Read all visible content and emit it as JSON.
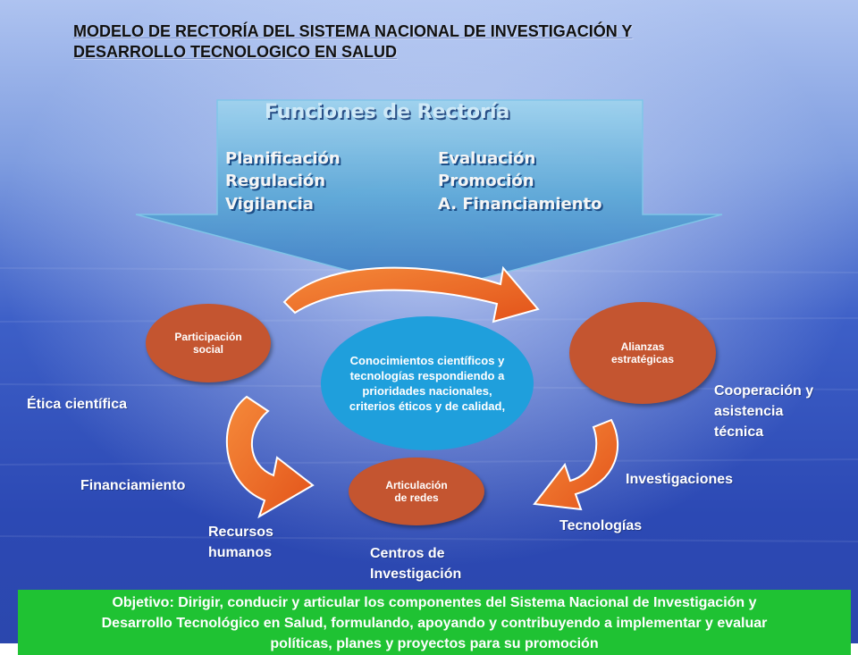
{
  "title": "MODELO DE RECTORÍA DEL SISTEMA NACIONAL DE INVESTIGACIÓN Y DESARROLLO TECNOLOGICO EN SALUD",
  "title_lines": [
    "MODELO DE RECTORÍA DEL SISTEMA NACIONAL DE INVESTIGACIÓN Y",
    "DESARROLLO TECNOLOGICO EN SALUD"
  ],
  "functions": {
    "heading": "Funciones de Rectoría",
    "left_items": [
      "Planificación",
      "Regulación",
      "Vigilancia"
    ],
    "right_items": [
      "Evaluación",
      "Promoción",
      "A.  Financiamiento"
    ]
  },
  "center": {
    "lines": [
      "Conocimientos científicos y",
      "tecnologías  respondiendo a",
      "prioridades nacionales,",
      "criterios éticos y de calidad,"
    ]
  },
  "bubbles": {
    "participacion": [
      "Participación",
      "social"
    ],
    "alianzas": [
      "Alianzas",
      "estratégicas"
    ],
    "articulacion": [
      "Articulación",
      "de redes"
    ]
  },
  "labels": {
    "etica": "Ética científica",
    "financiamiento": "Financiamiento",
    "recursos": [
      "Recursos",
      "humanos"
    ],
    "centros": [
      "Centros de",
      "Investigación"
    ],
    "tecnologias": "Tecnologías",
    "investigaciones": "Investigaciones",
    "cooperacion": [
      "Cooperación y",
      "asistencia",
      "técnica"
    ]
  },
  "objective": {
    "label": "Objetivo:",
    "line1_text": "Dirigir, conducir y articular los componentes del Sistema Nacional de Investigación y",
    "line2": "Desarrollo Tecnológico en Salud, formulando, apoyando y contribuyendo a implementar y evaluar",
    "line3": "políticas, planes y proyectos para su promoción"
  },
  "colors": {
    "bubble_red": "#c45530",
    "center_blue": "#1f9fdc",
    "arrow_orange": "#ef6a1f",
    "objective_green": "#1fc233"
  }
}
